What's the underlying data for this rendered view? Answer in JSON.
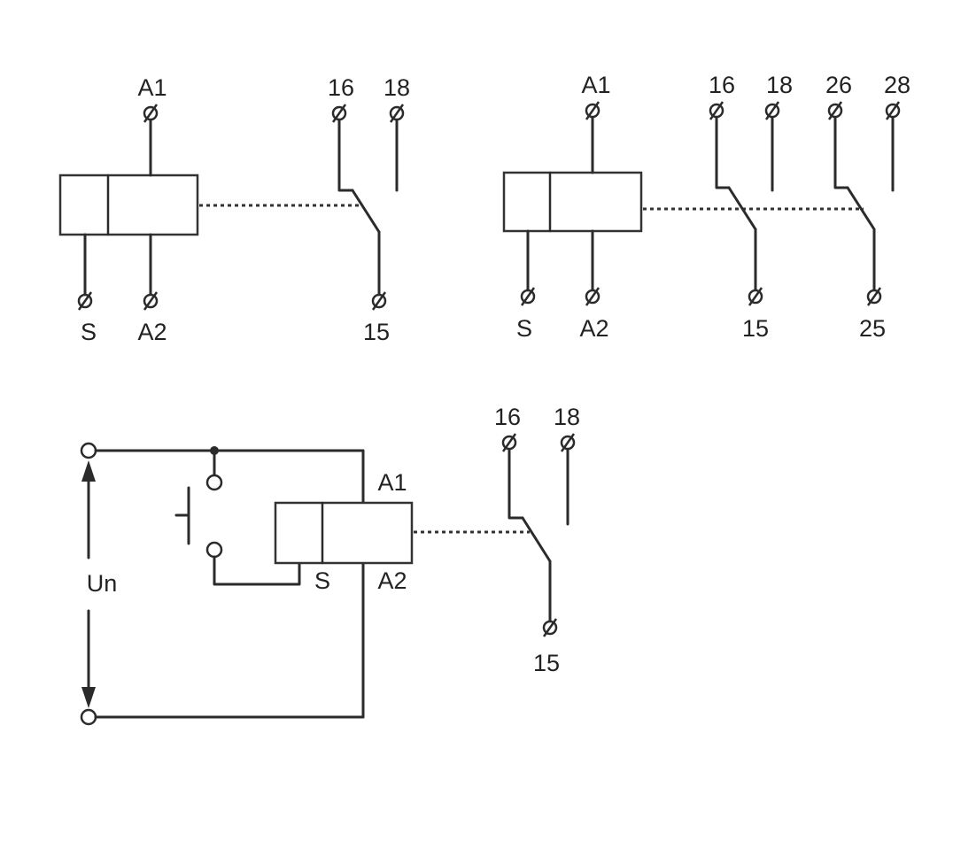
{
  "diagram1": {
    "labels": {
      "a1": "A1",
      "s": "S",
      "a2": "A2",
      "t16": "16",
      "t18": "18",
      "t15": "15"
    }
  },
  "diagram2": {
    "labels": {
      "a1": "A1",
      "s": "S",
      "a2": "A2",
      "t16": "16",
      "t18": "18",
      "t26": "26",
      "t28": "28",
      "t15": "15",
      "t25": "25"
    }
  },
  "diagram3": {
    "labels": {
      "un": "Un",
      "a1": "A1",
      "s": "S",
      "a2": "A2",
      "t16": "16",
      "t18": "18",
      "t15": "15"
    }
  }
}
